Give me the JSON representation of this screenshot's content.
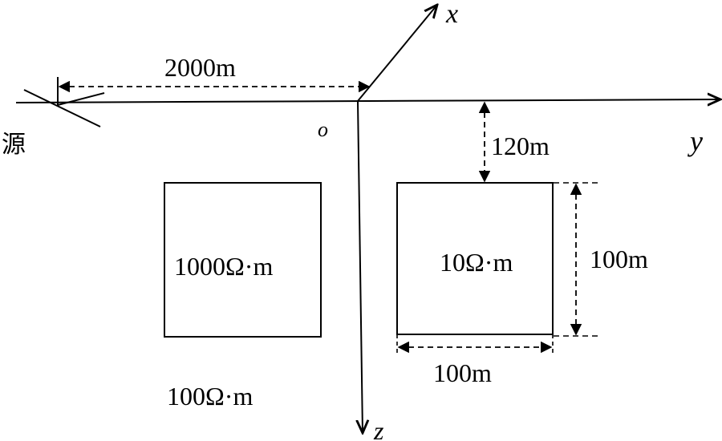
{
  "axes": {
    "x_label": "x",
    "y_label": "y",
    "z_label": "z",
    "origin_label": "o"
  },
  "source": {
    "label": "源",
    "distance_label": "2000m"
  },
  "blocks": {
    "left_block_label": "1000Ω·m",
    "right_block_label": "10Ω·m",
    "background_label": "100Ω·m"
  },
  "dimensions": {
    "depth_label": "120m",
    "height_label": "100m",
    "width_label": "100m"
  }
}
